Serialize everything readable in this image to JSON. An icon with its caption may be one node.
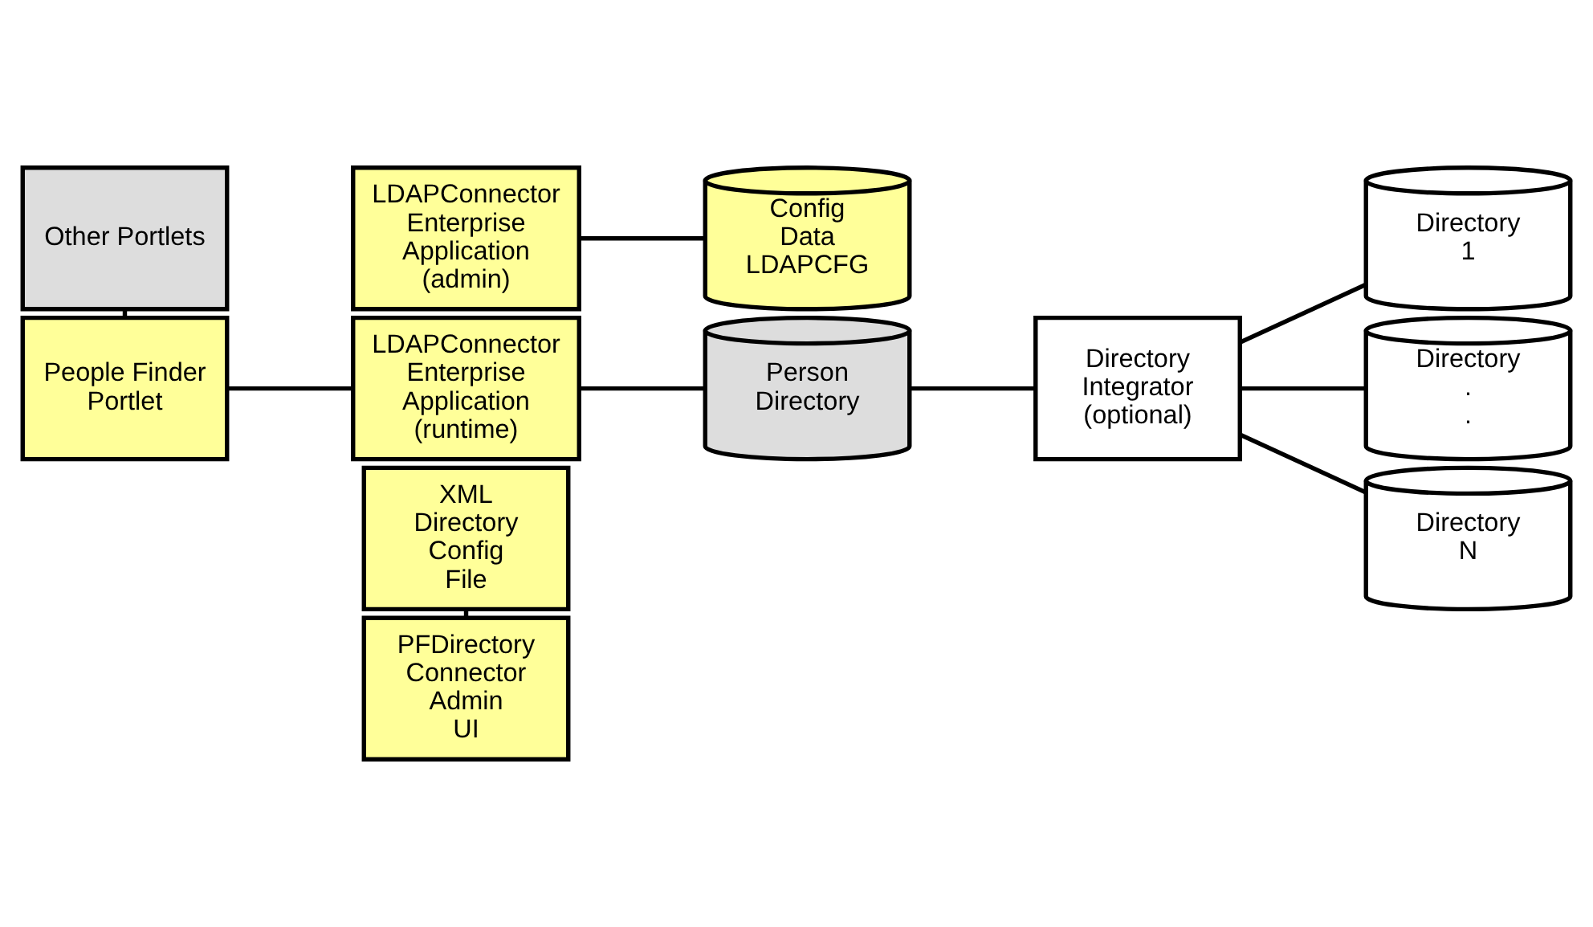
{
  "diagram": {
    "nodes": [
      {
        "text": [
          "XML Directory Config File"
        ]
      },
      {
        "text": [
          "Other Portlets"
        ]
      },
      {
        "text": [
          "PFDirectory Connector Admin UI"
        ]
      },
      {
        "text": [
          "Config Data LDAPCFG"
        ]
      },
      {
        "text": [
          "LDAPConnector Enterprise Application (admin)"
        ]
      },
      {
        "text": [
          "Directory 1"
        ]
      },
      {
        "text": [
          "People Finder Portlet"
        ]
      },
      {
        "text": [
          "LDAPConnector Enterprise Application (runtime)"
        ]
      },
      {
        "text": [
          "Person Directory"
        ]
      },
      {
        "text": [
          "Directory Integrator (optional)"
        ]
      },
      {
        "text": [
          "Directory . ."
        ]
      },
      {
        "text": [
          "Directory N"
        ]
      }
    ],
    "edges": [
      {
        "from": 0,
        "to": 2,
        "arrow": "none"
      },
      {
        "from": 1,
        "to": 6,
        "arrow": "none"
      },
      {
        "from": 4,
        "to": 3,
        "arrow": "none"
      },
      {
        "from": 6,
        "to": 7,
        "arrow": "none"
      },
      {
        "from": 7,
        "to": 8,
        "arrow": "none"
      },
      {
        "from": 8,
        "to": 9,
        "arrow": "none"
      },
      {
        "from": 9,
        "to": 5,
        "arrow": "none"
      },
      {
        "from": 9,
        "to": 10,
        "arrow": "none"
      },
      {
        "from": 9,
        "to": 11,
        "arrow": "none"
      }
    ]
  }
}
